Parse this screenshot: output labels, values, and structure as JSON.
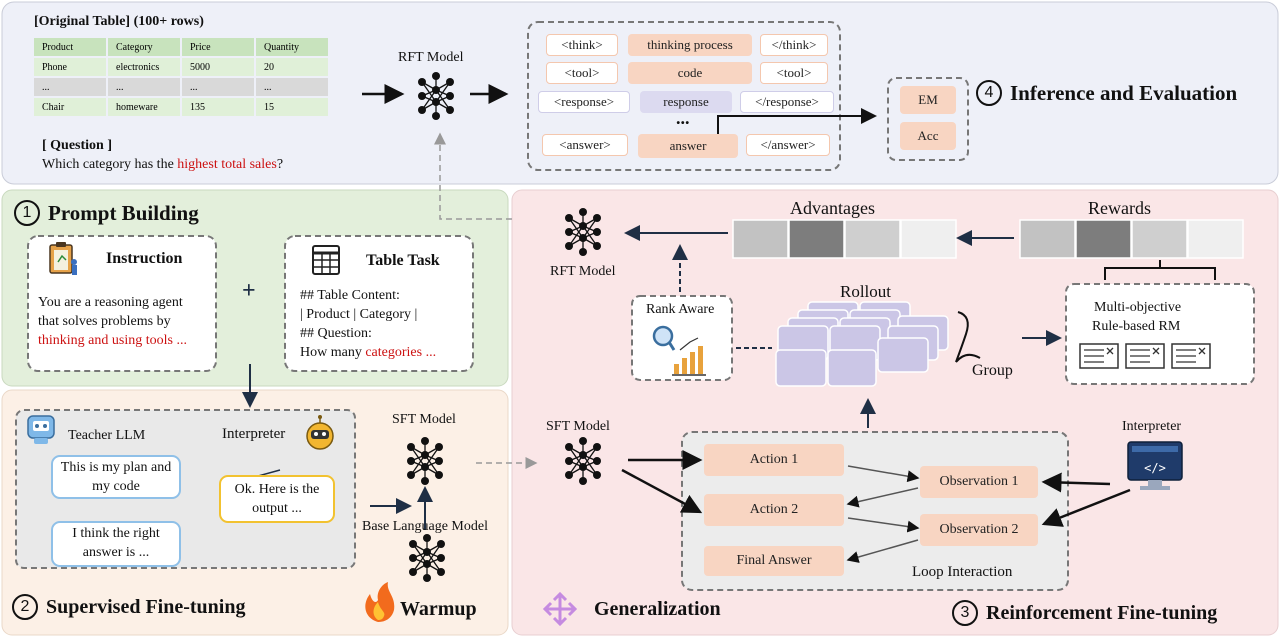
{
  "top": {
    "table_title": "[Original Table] (100+ rows)",
    "table_headers": [
      "Product",
      "Category",
      "Price",
      "Quantity"
    ],
    "table_rows": [
      [
        "Phone",
        "electronics",
        "5000",
        "20"
      ],
      [
        "...",
        "...",
        "...",
        "..."
      ],
      [
        "Chair",
        "homeware",
        "135",
        "15"
      ]
    ],
    "question_label": "[ Question ]",
    "question_prefix": "Which category has the ",
    "question_highlight": "highest total sales",
    "question_suffix": "?",
    "rft_model": "RFT Model",
    "tags": {
      "think_open": "<think>",
      "thinking_process": "thinking process",
      "think_close": "</think>",
      "tool_open": "<tool>",
      "code": "code",
      "tool_close": "<tool>",
      "response_open": "<response>",
      "response": "response",
      "response_close": "</response>",
      "ellipsis": "...",
      "answer_open": "<answer>",
      "answer": "answer",
      "answer_close": "</answer>"
    },
    "metrics": [
      "EM",
      "Acc"
    ],
    "step4": {
      "number": "4",
      "title": "Inference and Evaluation"
    }
  },
  "prompt": {
    "step": {
      "number": "1",
      "title": "Prompt Building"
    },
    "instruction_title": "Instruction",
    "instruction_line1": "You are a reasoning agent",
    "instruction_line2": "that solves problems by",
    "instruction_highlight": "thinking and using tools ...",
    "plus": "+",
    "task_title": "Table Task",
    "task_line1": "## Table Content:",
    "task_line2": "| Product | Category |",
    "task_line3": "## Question:",
    "task_line4_prefix": "How many ",
    "task_line4_highlight": "categories ..."
  },
  "sft": {
    "teacher": "Teacher LLM",
    "interpreter": "Interpreter",
    "bubble1": "This is my plan and my code",
    "bubble2": "I think the right answer is ...",
    "bubble3": "Ok. Here is the output ...",
    "sft_model": "SFT Model",
    "base_model": "Base Language Model",
    "step": {
      "number": "2",
      "title": "Supervised Fine-tuning"
    },
    "warmup": "Warmup"
  },
  "rl": {
    "rft_model": "RFT Model",
    "advantages": "Advantages",
    "rewards": "Rewards",
    "rank_aware": "Rank Aware",
    "rollout": "Rollout",
    "group": "Group",
    "rm_line1": "Multi-objective",
    "rm_line2": "Rule-based RM",
    "sft_model": "SFT Model",
    "interpreter": "Interpreter",
    "action1": "Action 1",
    "action2": "Action 2",
    "final_answer": "Final Answer",
    "observation1": "Observation 1",
    "observation2": "Observation 2",
    "loop": "Loop Interaction",
    "generalization": "Generalization",
    "step": {
      "number": "3",
      "title": "Reinforcement Fine-tuning"
    }
  },
  "colors": {
    "top_bg": "#eef0f8",
    "prompt_bg": "#e3efdb",
    "sft_bg": "#fcf0e6",
    "rl_bg": "#fae6e7",
    "orange_pill": "#f8d5c2",
    "purple_pill": "#dcdaf0",
    "highlight_red": "#cc1111"
  }
}
